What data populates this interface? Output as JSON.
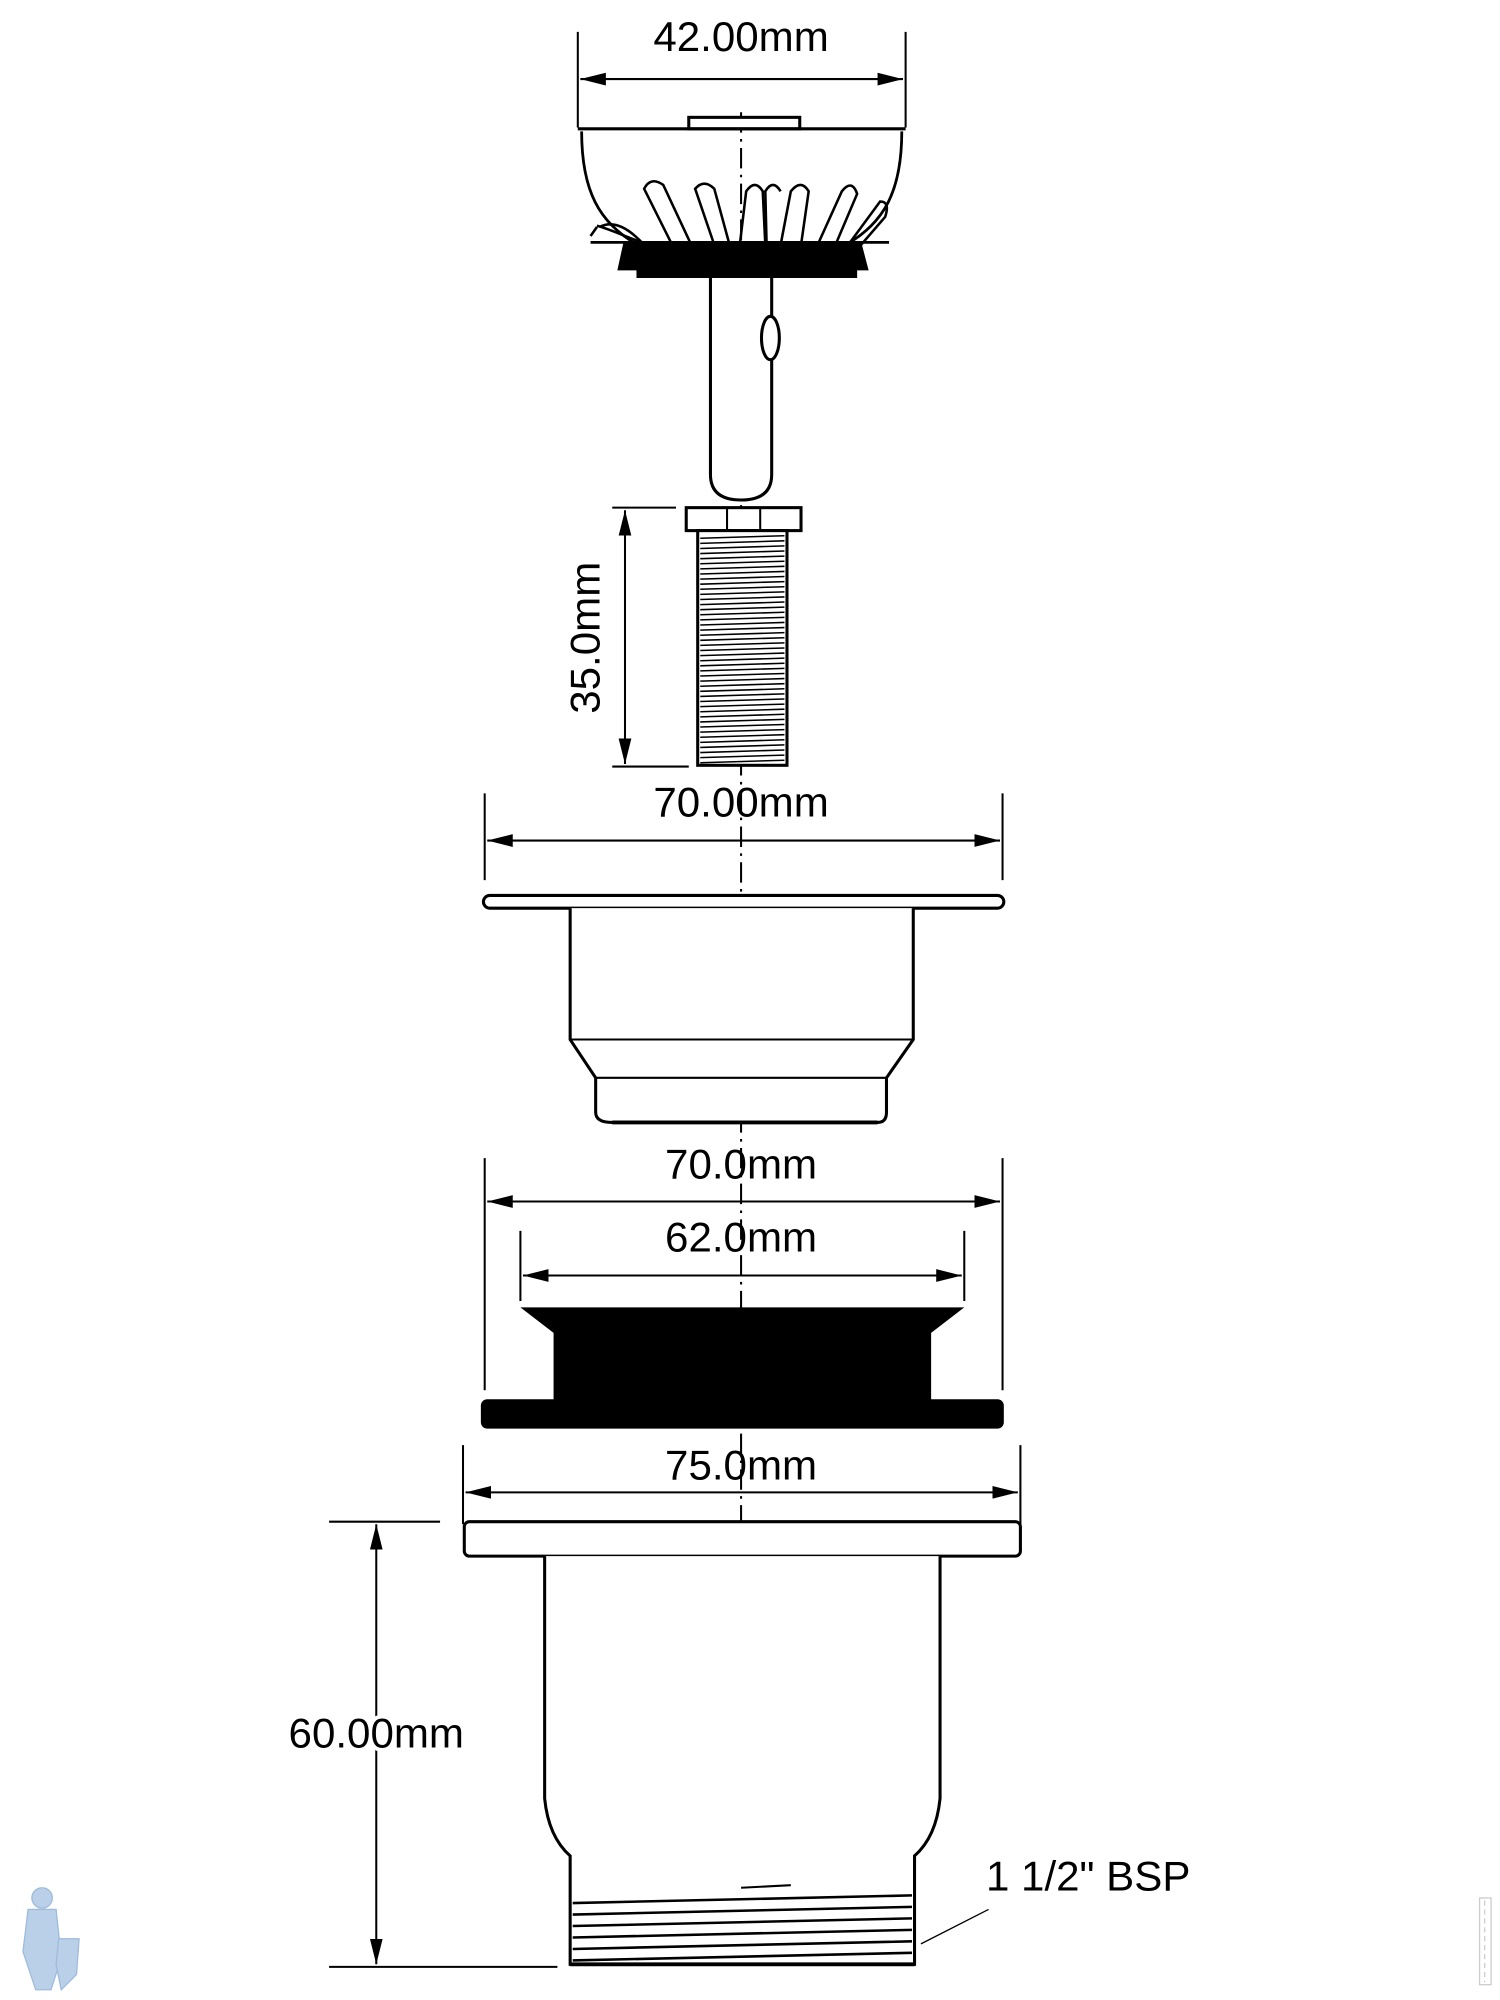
{
  "drawing": {
    "title": "Sink waste strainer assembly dimensions",
    "dimensions": {
      "basket_width": "42.00mm",
      "bolt_length": "35.0mm",
      "strainer_flange_width": "70.00mm",
      "gasket_outer_width": "70.0mm",
      "gasket_inner_width": "62.0mm",
      "body_flange_width": "75.0mm",
      "body_height": "60.00mm",
      "thread_size": "1 1/2\" BSP"
    },
    "colors": {
      "line": "#000000",
      "background": "#ffffff",
      "logo": "#a8c4e0"
    }
  }
}
